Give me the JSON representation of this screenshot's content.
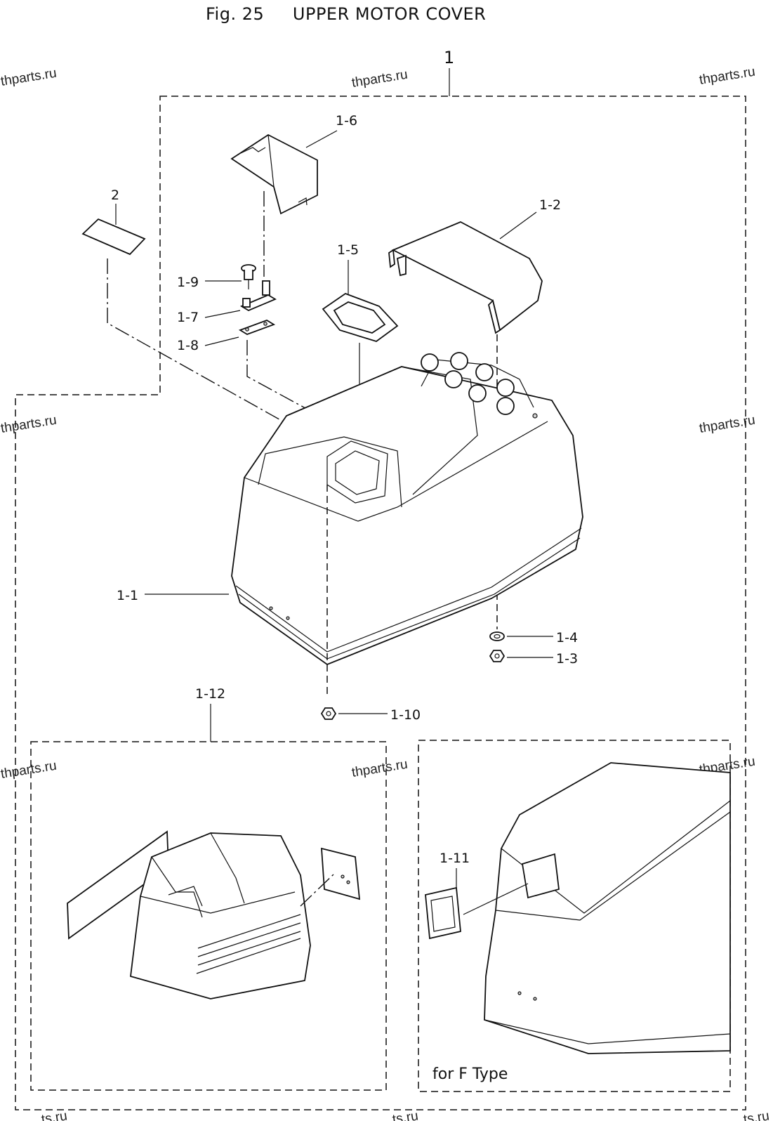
{
  "title": "Fig. 25     UPPER MOTOR COVER",
  "watermark": "thparts.ru",
  "watermark_partial": "ts.ru",
  "callouts": {
    "c1": "1",
    "c2": "2",
    "c1_1": "1-1",
    "c1_2": "1-2",
    "c1_3": "1-3",
    "c1_4": "1-4",
    "c1_5": "1-5",
    "c1_6": "1-6",
    "c1_7": "1-7",
    "c1_8": "1-8",
    "c1_9": "1-9",
    "c1_10": "1-10",
    "c1_11": "1-11",
    "c1_12": "1-12"
  },
  "variant_label": "for F Type"
}
